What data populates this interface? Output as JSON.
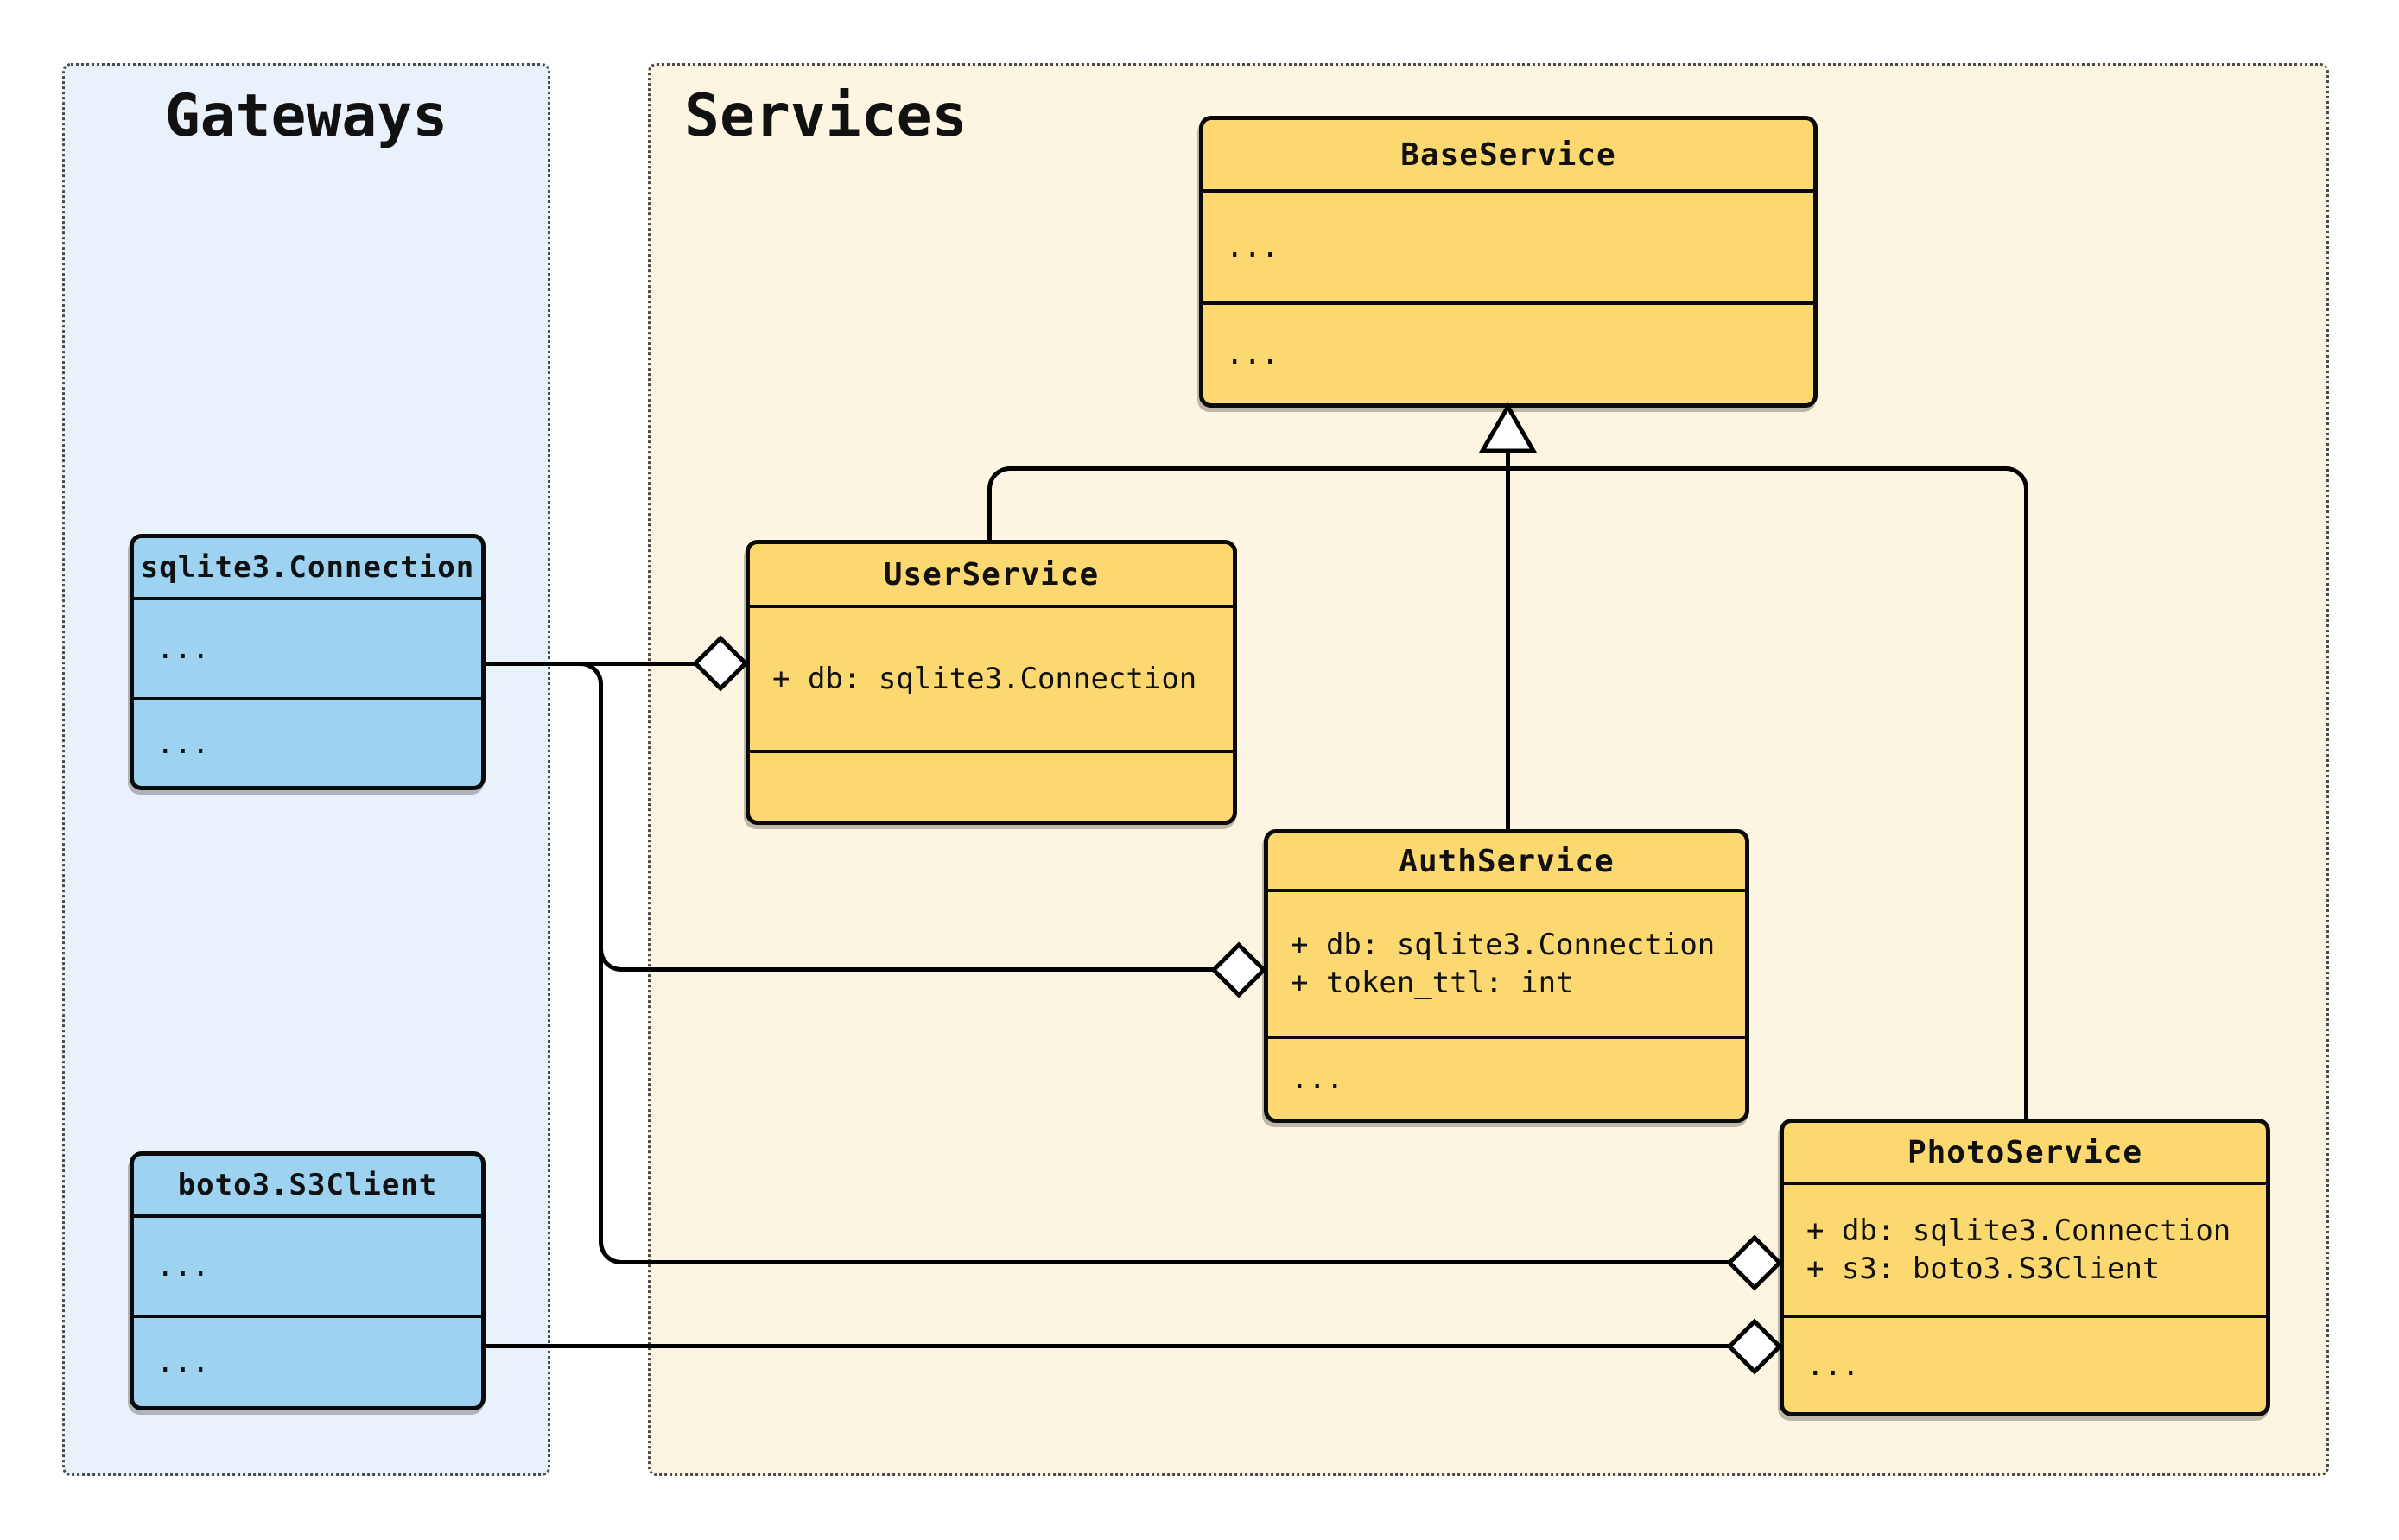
{
  "diagram": {
    "groups": {
      "gateways": {
        "title": "Gateways"
      },
      "services": {
        "title": "Services"
      }
    },
    "classes": {
      "base_service": {
        "title": "BaseService",
        "attributes": [
          "..."
        ],
        "methods": [
          "..."
        ]
      },
      "user_service": {
        "title": "UserService",
        "attributes": [
          "+ db: sqlite3.Connection"
        ],
        "methods": []
      },
      "auth_service": {
        "title": "AuthService",
        "attributes": [
          "+ db: sqlite3.Connection",
          "+ token_ttl: int"
        ],
        "methods": [
          "..."
        ]
      },
      "photo_service": {
        "title": "PhotoService",
        "attributes": [
          "+ db: sqlite3.Connection",
          "+ s3: boto3.S3Client"
        ],
        "methods": [
          "..."
        ]
      },
      "sqlite3_connection": {
        "title": "sqlite3.Connection",
        "attributes": [
          "..."
        ],
        "methods": [
          "..."
        ]
      },
      "boto3_s3client": {
        "title": "boto3.S3Client",
        "attributes": [
          "..."
        ],
        "methods": [
          "..."
        ]
      }
    },
    "relationships": [
      {
        "type": "inheritance",
        "from": "UserService",
        "to": "BaseService"
      },
      {
        "type": "inheritance",
        "from": "AuthService",
        "to": "BaseService"
      },
      {
        "type": "inheritance",
        "from": "PhotoService",
        "to": "BaseService"
      },
      {
        "type": "aggregation",
        "from": "UserService",
        "to": "sqlite3.Connection"
      },
      {
        "type": "aggregation",
        "from": "AuthService",
        "to": "sqlite3.Connection"
      },
      {
        "type": "aggregation",
        "from": "PhotoService",
        "to": "sqlite3.Connection"
      },
      {
        "type": "aggregation",
        "from": "PhotoService",
        "to": "boto3.S3Client"
      }
    ],
    "colors": {
      "class_fill_services": "#FCD870",
      "class_fill_gateways": "#9ED2F1",
      "group_services_bg": "#FCF5E2",
      "group_gateways_bg": "#E9F1FA",
      "edge": "#000000",
      "text": "#111111"
    }
  }
}
